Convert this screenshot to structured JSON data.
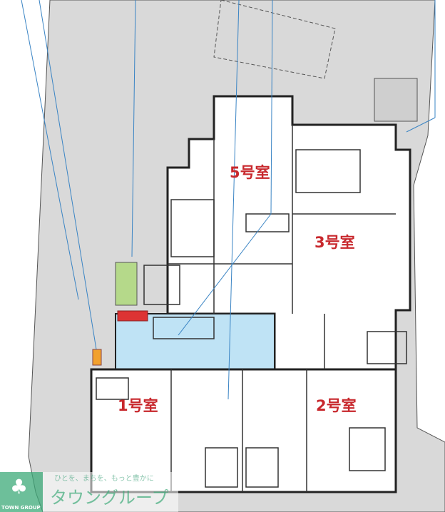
{
  "rooms": [
    {
      "label": "5号室"
    },
    {
      "label": "3号室"
    },
    {
      "label": "1号室"
    },
    {
      "label": "2号室"
    }
  ],
  "logo": {
    "tagline": "ひとを、まちを、もっと豊かに",
    "name": "タウングループ",
    "english": "TOWN GROUP"
  },
  "colors": {
    "room_label": "#c8282d",
    "lot": "#d9d9d9",
    "common_area": "#bfe3f5",
    "leader_line": "#3a84c4",
    "garden": "#b5d98a",
    "logo_green": "#3caa78"
  }
}
